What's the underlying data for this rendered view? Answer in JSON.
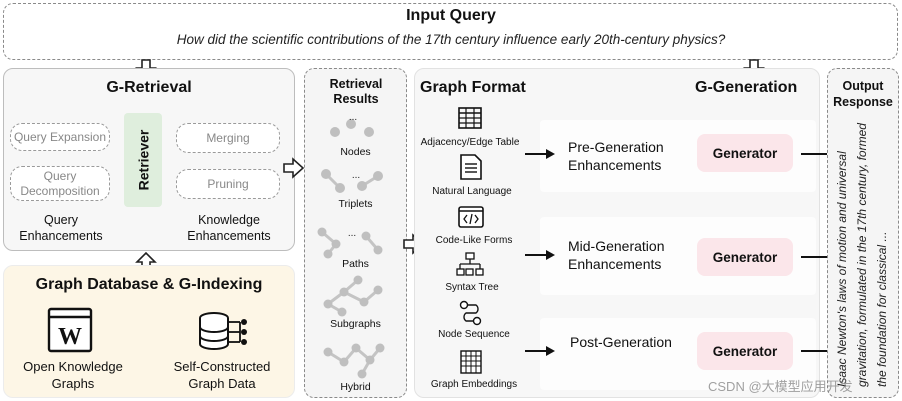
{
  "input_query": {
    "title": "Input Query",
    "text": "How did the scientific contributions of the 17th century influence early 20th-century physics?"
  },
  "retrieval": {
    "title": "G-Retrieval",
    "retriever": "Retriever",
    "query_enh": {
      "items": [
        "Query Expansion",
        "Query Decomposition"
      ],
      "label": "Query Enhancements"
    },
    "knowledge_enh": {
      "items": [
        "Merging",
        "Pruning"
      ],
      "label": "Knowledge Enhancements"
    }
  },
  "database": {
    "title": "Graph Database & G-Indexing",
    "open_kg": "Open Knowledge Graphs",
    "self_constructed": "Self-Constructed Graph Data"
  },
  "results": {
    "title": "Retrieval Results",
    "items": [
      "Nodes",
      "Triplets",
      "Paths",
      "Subgraphs",
      "Hybrid"
    ]
  },
  "graph_format": {
    "title": "Graph Format",
    "items": [
      "Adjacency/Edge Table",
      "Natural Language",
      "Code-Like Forms",
      "Syntax Tree",
      "Node Sequence",
      "Graph Embeddings"
    ]
  },
  "generation": {
    "title": "G-Generation",
    "stages": [
      {
        "label": "Pre-Generation Enhancements",
        "generator": "Generator"
      },
      {
        "label": "Mid-Generation Enhancements",
        "generator": "Generator"
      },
      {
        "label": "Post-Generation",
        "generator": "Generator"
      }
    ]
  },
  "output": {
    "title": "Output Response",
    "text": "Isaac Newton's laws of motion and universal gravitation, formulated in the 17th century, formed the foundation for classical ..."
  },
  "watermark": "CSDN @大模型应用开发",
  "colors": {
    "retriever_bg": "#dfeedd",
    "generator_bg": "#fbe6ea",
    "panel_bg": "#f7f7f7",
    "db_bg": "#fdf6e6"
  }
}
